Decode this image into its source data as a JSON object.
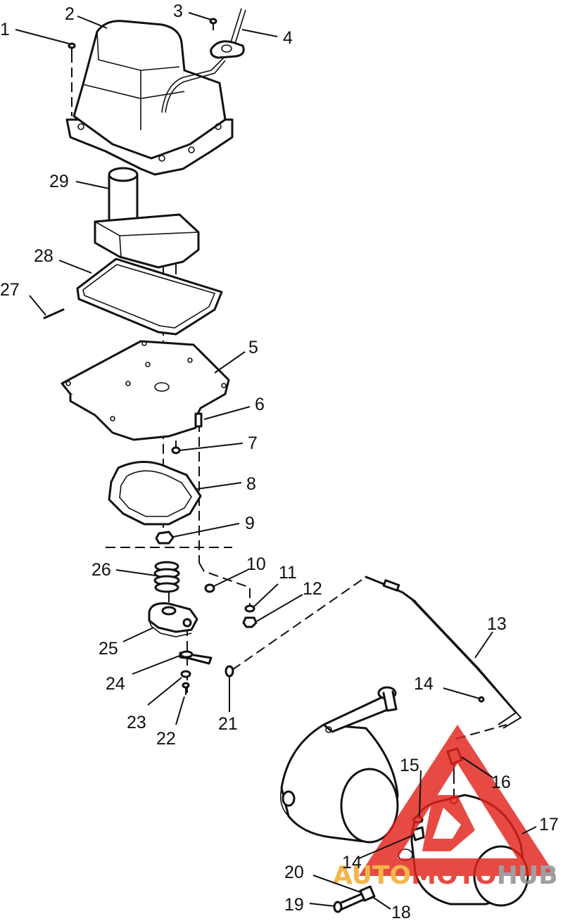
{
  "callouts": [
    "1",
    "2",
    "3",
    "4",
    "5",
    "6",
    "7",
    "8",
    "9",
    "10",
    "11",
    "12",
    "13",
    "14",
    "15",
    "16",
    "17",
    "14",
    "18",
    "19",
    "20",
    "21",
    "22",
    "23",
    "24",
    "25",
    "26",
    "27",
    "28",
    "29"
  ],
  "watermark": {
    "part1": "AUTO",
    "part2": "MOTO",
    "part3": "HUB",
    "color_red": "#e2231a",
    "color_orange": "#f5a623",
    "color_gray": "#8a8a8a"
  },
  "colors": {
    "ink": "#111111",
    "paper": "#ffffff"
  }
}
